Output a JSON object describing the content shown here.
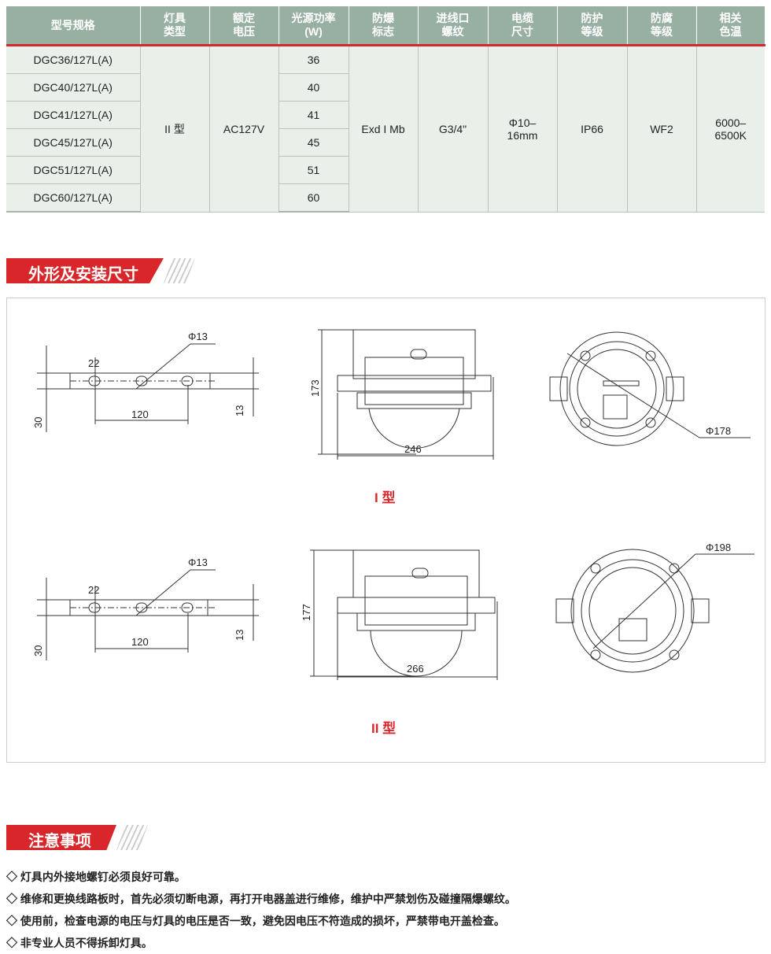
{
  "table": {
    "headers": [
      "型号规格",
      "灯具\n类型",
      "额定\n电压",
      "光源功率\n(W)",
      "防爆\n标志",
      "进线口\n螺纹",
      "电缆\n尺寸",
      "防护\n等级",
      "防腐\n等级",
      "相关\n色温"
    ],
    "models": [
      "DGC36/127L(A)",
      "DGC40/127L(A)",
      "DGC41/127L(A)",
      "DGC45/127L(A)",
      "DGC51/127L(A)",
      "DGC60/127L(A)"
    ],
    "powers": [
      "36",
      "40",
      "41",
      "45",
      "51",
      "60"
    ],
    "type": "II 型",
    "voltage": "AC127V",
    "ex_mark": "Exd I Mb",
    "thread": "G3/4\"",
    "cable": "Φ10–\n16mm",
    "ip": "IP66",
    "wf": "WF2",
    "cct": "6000–\n6500K"
  },
  "section1": "外形及安装尺寸",
  "drawings": [
    {
      "hole": "Φ13",
      "slot": "22",
      "height": "30",
      "spacing": "120",
      "thick": "13",
      "lamp_h": "173",
      "lamp_w": "246",
      "dia": "Φ178",
      "caption": "I 型"
    },
    {
      "hole": "Φ13",
      "slot": "22",
      "height": "30",
      "spacing": "120",
      "thick": "13",
      "lamp_h": "177",
      "lamp_w": "266",
      "dia": "Φ198",
      "caption": "II 型"
    }
  ],
  "section2": "注意事项",
  "notes": [
    "◇ 灯具内外接地螺钉必须良好可靠。",
    "◇ 维修和更换线路板时，首先必须切断电源，再打开电器盖进行维修，维护中严禁划伤及碰撞隔爆螺纹。",
    "◇ 使用前，检查电源的电压与灯具的电压是否一致，避免因电压不符造成的损坏，严禁带电开盖检查。",
    "◇ 非专业人员不得拆卸灯具。"
  ]
}
